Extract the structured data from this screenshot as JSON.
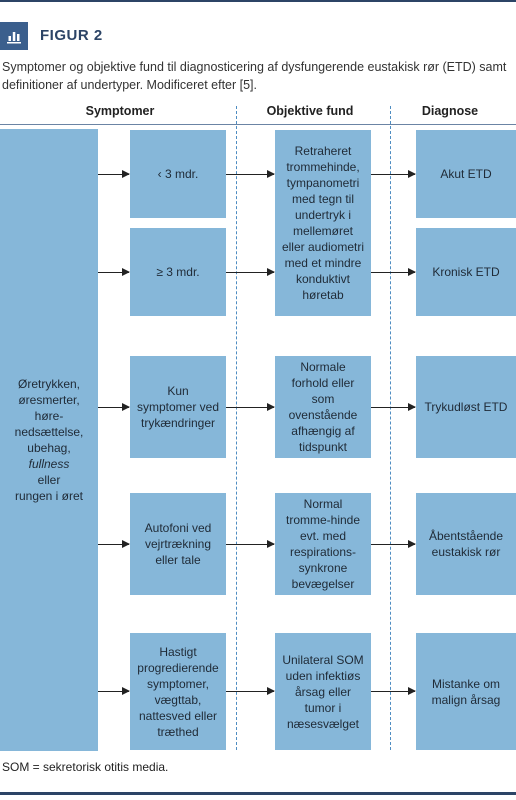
{
  "figure": {
    "label": "FIGUR 2",
    "caption": "Symptomer og objektive fund til diagnosticering af dysfungerende eustakisk rør (ETD) samt definitioner af undertyper. Modificeret efter [5].",
    "footnote": "SOM = sekretorisk otitis media."
  },
  "columns": {
    "symptoms": "Symptomer",
    "findings": "Objektive fund",
    "diagnosis": "Diagnose"
  },
  "main_symptom": {
    "line1": "Øretrykken,",
    "line2": "øresmerter,",
    "line3": "høre-",
    "line4": "nedsættelse,",
    "line5": "ubehag,",
    "line6": "fullness",
    "line7": "eller",
    "line8": "rungen i øret"
  },
  "symptom_boxes": [
    "‹ 3 mdr.",
    "≥ 3 mdr.",
    "Kun symptomer ved trykændringer",
    "Autofoni ved vejrtrækning eller tale",
    "Hastigt progredierende symptomer, vægttab, nattesved eller træthed"
  ],
  "finding_boxes": [
    "Retraheret trommehinde, tympanometri med tegn til undertryk i mellemøret eller audiometri med et mindre konduktivt høretab",
    "Normale forhold eller som ovenstående afhængig af tidspunkt",
    "Normal tromme-hinde evt. med respirations-synkrone bevægelser",
    "Unilateral SOM uden infektiøs årsag eller tumor i næsesvælget"
  ],
  "diagnosis_boxes": [
    "Akut ETD",
    "Kronisk ETD",
    "Trykudløst ETD",
    "Åbentstående eustakisk rør",
    "Mistanke om malign årsag"
  ],
  "colors": {
    "box": "#86b7d9",
    "accent": "#2c4466",
    "divider": "#4f8dc2"
  }
}
